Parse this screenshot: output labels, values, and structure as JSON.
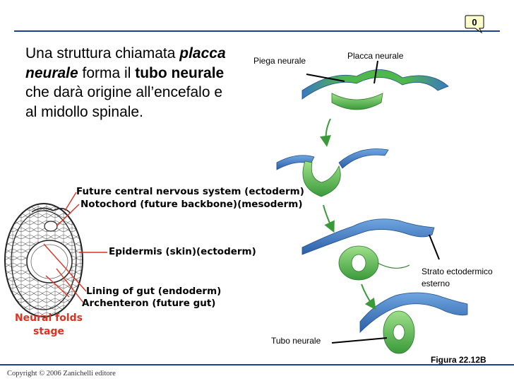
{
  "slide": {
    "badge": "0",
    "paragraph": {
      "p1": "Una struttura chiamata ",
      "p2": "placca neurale",
      "p3": " forma il ",
      "p4": "tubo neurale",
      "p5": " che darà origine all’encefalo e al midollo spinale."
    },
    "figure_labels": {
      "piega": "Piega neurale",
      "placca": "Placca neurale",
      "strato_line1": "Strato ectodermico",
      "strato_line2": "esterno",
      "tubo": "Tubo neurale"
    },
    "diagram_labels": {
      "cns": "Future central nervous system (ectoderm)",
      "notochord": "Notochord (future backbone)(mesoderm)",
      "epidermis": "Epidermis (skin)(ectoderm)",
      "lining": "Lining of gut (endoderm)",
      "archenteron": "Archenteron (future gut)"
    },
    "stage": {
      "line1": "Neural folds",
      "line2": "stage"
    },
    "figure_ref": "Figura 22.12B",
    "copyright": "Copyright © 2006 Zanichelli editore"
  },
  "colors": {
    "accent_line": "#1c3f94",
    "ectoderm_blue": "#3a78c0",
    "neural_green": "#4fb84a",
    "arrow_green": "#3a9a3a",
    "stage_red": "#e0301e"
  }
}
